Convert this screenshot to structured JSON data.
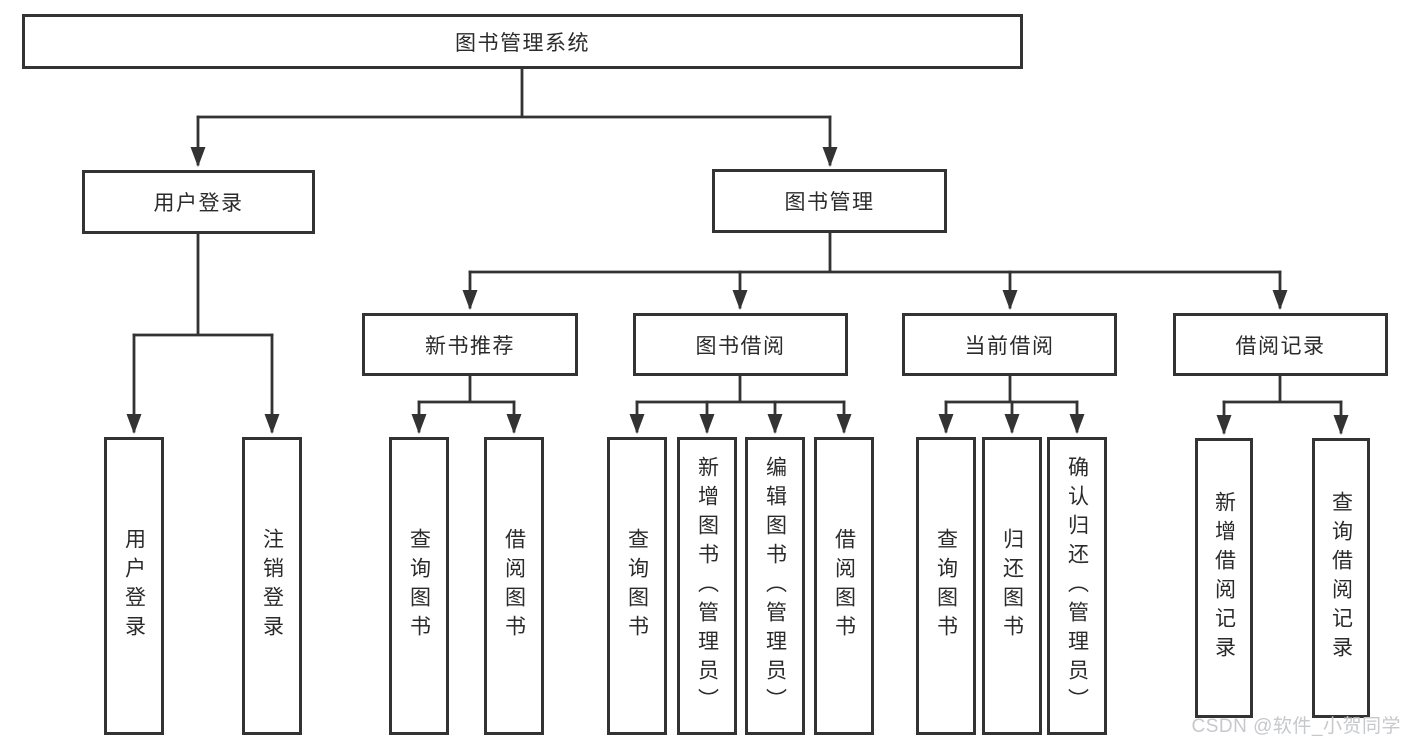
{
  "diagram": {
    "root": "图书管理系统",
    "level2": {
      "user_login": "用户登录",
      "book_mgmt": "图书管理"
    },
    "level3": {
      "new_book": "新书推荐",
      "book_borrow": "图书借阅",
      "current_borrow": "当前借阅",
      "borrow_record": "借阅记录"
    },
    "leaves": {
      "user_login": [
        "用户登录",
        "注销登录"
      ],
      "new_book": [
        "查询图书",
        "借阅图书"
      ],
      "book_borrow": [
        "查询图书",
        "新增图书（管理员）",
        "编辑图书（管理员）",
        "借阅图书"
      ],
      "current_borrow": [
        "查询图书",
        "归还图书",
        "确认归还（管理员）"
      ],
      "borrow_record": [
        "新增借阅记录",
        "查询借阅记录"
      ]
    },
    "colors": {
      "line": "#333333",
      "text": "#2b2b2b",
      "box_background": "#ffffff",
      "watermark": "#c6c8cb"
    }
  },
  "watermark": {
    "text": "CSDN @软件_小贺同学"
  }
}
